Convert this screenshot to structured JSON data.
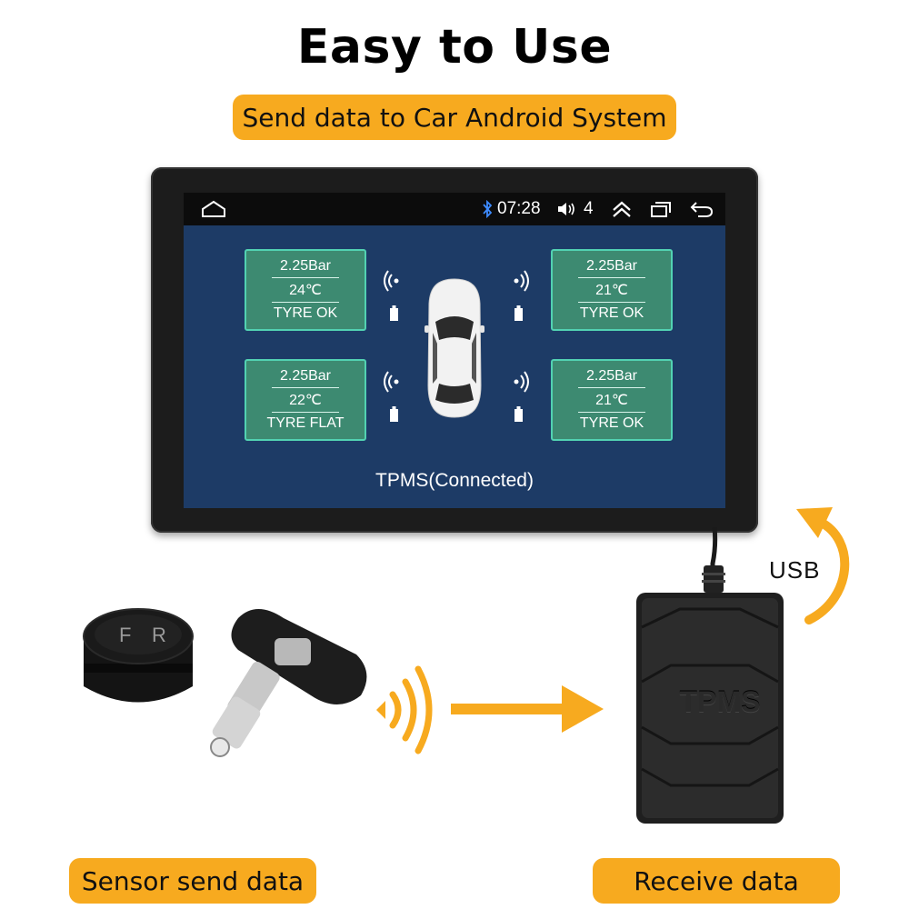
{
  "header": {
    "title": "Easy to Use",
    "subtitle_badge": "Send data to Car Android System"
  },
  "statusbar": {
    "time": "07:28",
    "volume_level": "4",
    "icons": [
      "home-icon",
      "bluetooth-icon",
      "volume-icon",
      "expand-icon",
      "recent-apps-icon",
      "back-icon"
    ]
  },
  "tires": {
    "front_left": {
      "pressure": "2.25Bar",
      "temperature": "24℃",
      "status": "TYRE OK"
    },
    "front_right": {
      "pressure": "2.25Bar",
      "temperature": "21℃",
      "status": "TYRE OK"
    },
    "rear_left": {
      "pressure": "2.25Bar",
      "temperature": "22℃",
      "status": "TYRE FLAT"
    },
    "rear_right": {
      "pressure": "2.25Bar",
      "temperature": "21℃",
      "status": "TYRE OK"
    }
  },
  "connection_status": "TPMS(Connected)",
  "usb_label": "USB",
  "receiver_label": "TPMS",
  "sensor_cap_letters": {
    "left": "F",
    "right": "R"
  },
  "footer": {
    "sensor_badge": "Sensor send data",
    "receive_badge": "Receive data"
  },
  "colors": {
    "accent_orange": "#f7aa1f",
    "screen_bg": "#1d3b66",
    "tile_bg": "#3d8a71",
    "tile_border": "#52d2b2"
  }
}
